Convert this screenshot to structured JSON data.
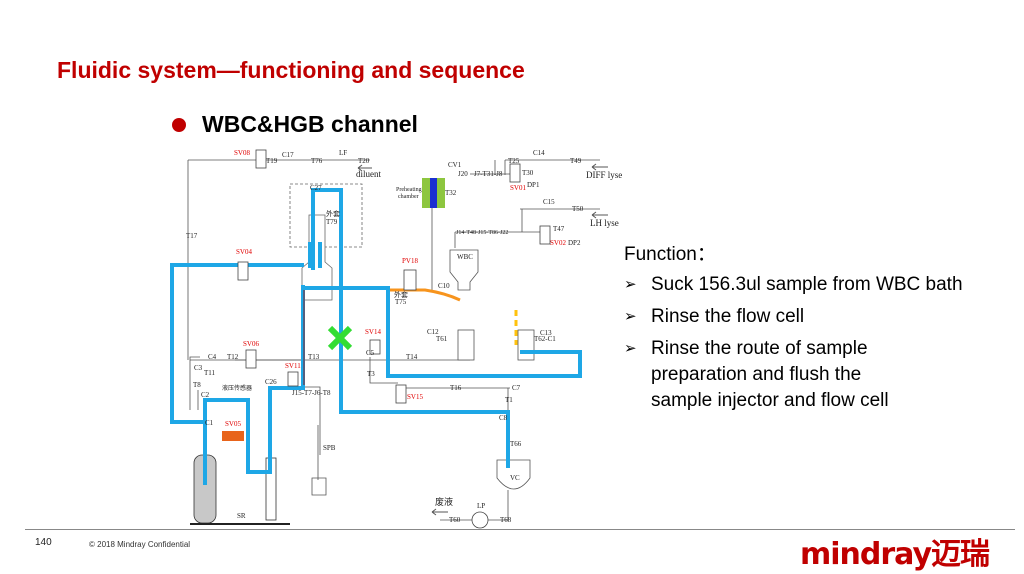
{
  "slide": {
    "title": "Fluidic system—functioning and sequence",
    "bullet": "WBC&HGB channel",
    "function_heading": "Function：",
    "function_items": [
      "Suck 156.3ul sample from WBC bath",
      "Rinse the flow cell",
      "Rinse the route of sample preparation and flush the sample injector and flow cell"
    ],
    "page_number": "140",
    "copyright": "© 2018 Mindray Confidential",
    "logo": "mindray迈瑞"
  },
  "diagram": {
    "labels": [
      "SV08",
      "T19",
      "C17",
      "T76",
      "LF",
      "T20",
      "diluent",
      "C27",
      "外套",
      "T79",
      "T17",
      "SV04",
      "Preheating",
      "chamber",
      "T32",
      "CV1",
      "J20",
      "J7-T31-J8",
      "C14",
      "T25",
      "T49",
      "DIFF lyse",
      "T30",
      "DP1",
      "SV01",
      "C15",
      "T50",
      "LH lyse",
      "J14-T48-J15-T86-J22",
      "T47",
      "DP2",
      "SV02",
      "WBC",
      "PV18",
      "外套",
      "T75",
      "C10",
      "SV14",
      "C12",
      "T61",
      "C13",
      "T62-C1",
      "SV06",
      "C4",
      "T12",
      "T13",
      "C5",
      "T14",
      "C3",
      "T11",
      "T8",
      "C2",
      "液压传感器",
      "SV11",
      "C26",
      "J15-T7-J6-T8",
      "T16",
      "C7",
      "SV15",
      "C1",
      "SV05",
      "C8",
      "T66",
      "SPB",
      "VC",
      "SR",
      "废液",
      "LP",
      "T60",
      "T68",
      "T3",
      "T1"
    ],
    "colors": {
      "flow": "#1ea7e6",
      "heater": "#8dc63f",
      "heater_core": "#1a2fd1",
      "reagent": "#f7941d",
      "marker": "#ffc20e",
      "block": "#33dd33",
      "valve_active": "#e8641b"
    }
  }
}
